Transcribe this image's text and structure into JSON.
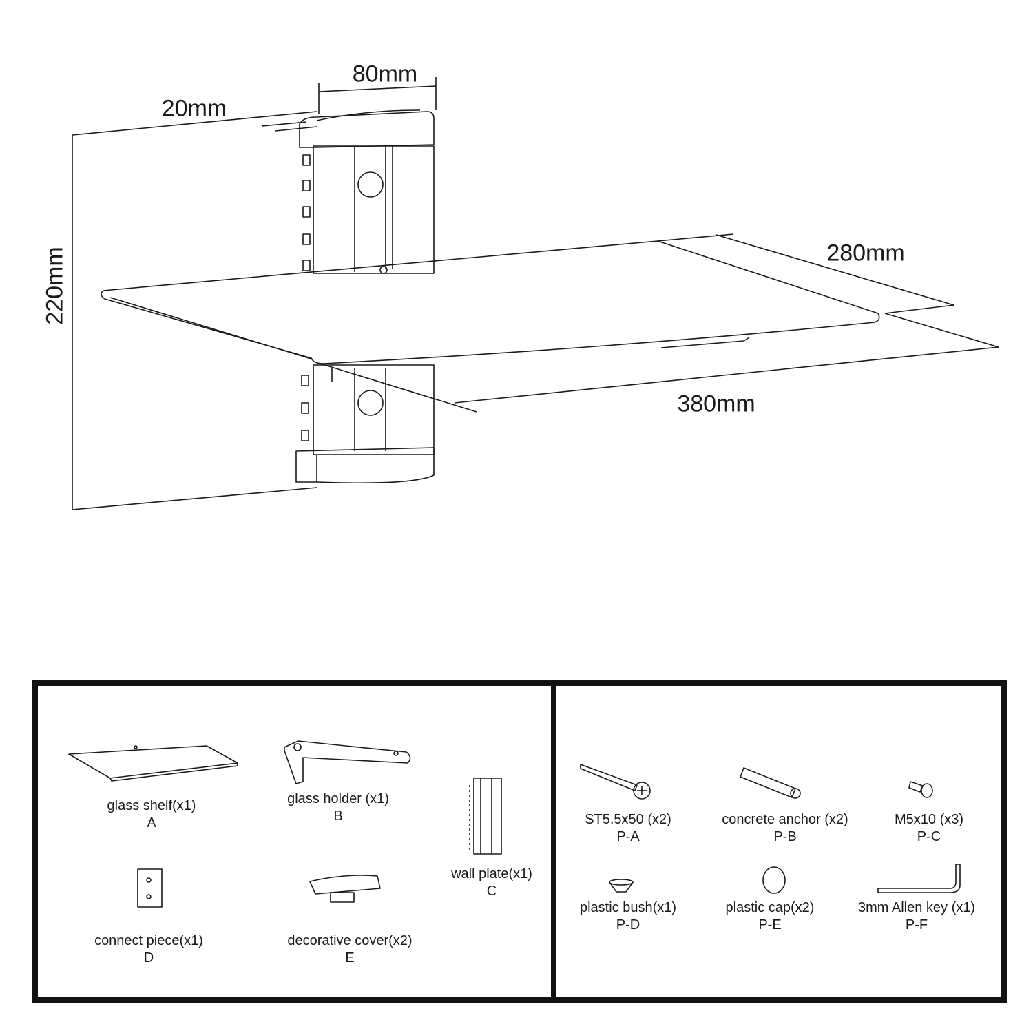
{
  "dimensions": {
    "width_top": "80mm",
    "depth_top": "20mm",
    "height": "220mm",
    "shelf_depth": "280mm",
    "shelf_width": "380mm"
  },
  "parts": [
    {
      "name": "glass shelf(x1)",
      "code": "A",
      "icon": "glass-shelf-icon"
    },
    {
      "name": "glass holder (x1)",
      "code": "B",
      "icon": "glass-holder-icon"
    },
    {
      "name": "wall plate(x1)",
      "code": "C",
      "icon": "wall-plate-icon"
    },
    {
      "name": "connect piece(x1)",
      "code": "D",
      "icon": "connect-piece-icon"
    },
    {
      "name": "decorative cover(x2)",
      "code": "E",
      "icon": "decorative-cover-icon"
    }
  ],
  "hardware": [
    {
      "name": "ST5.5x50 (x2)",
      "code": "P-A",
      "icon": "screw-icon"
    },
    {
      "name": "concrete anchor (x2)",
      "code": "P-B",
      "icon": "anchor-icon"
    },
    {
      "name": "M5x10 (x3)",
      "code": "P-C",
      "icon": "bolt-icon"
    },
    {
      "name": "plastic bush(x1)",
      "code": "P-D",
      "icon": "bush-icon"
    },
    {
      "name": "plastic cap(x2)",
      "code": "P-E",
      "icon": "cap-icon"
    },
    {
      "name": "3mm Allen key (x1)",
      "code": "P-F",
      "icon": "allen-key-icon"
    }
  ]
}
